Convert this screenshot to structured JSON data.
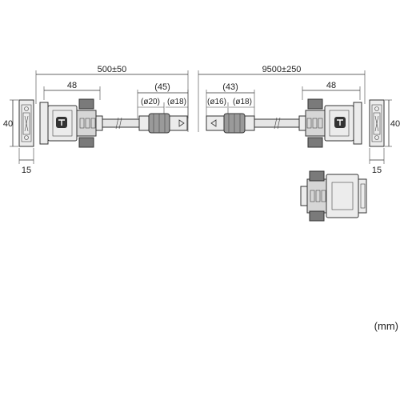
{
  "dimensions": {
    "length_short": "500±50",
    "length_long": "9500±250",
    "connector_left": "48",
    "connector_right": "48",
    "plug_left_length": "(45)",
    "plug_left_dia_large": "(ø20)",
    "plug_left_dia_small": "(ø18)",
    "plug_right_length": "(43)",
    "plug_right_dia_small": "(ø16)",
    "plug_right_dia_large": "(ø18)",
    "height_left": "40",
    "height_right": "40",
    "depth_left": "15",
    "depth_right": "15"
  },
  "unit": "(mm)",
  "colors": {
    "line": "#333333",
    "body_fill": "#ececec",
    "shell_fill": "#d6d6d6",
    "screw_fill": "#7a7a7a",
    "cable_fill": "#e6e6e6",
    "ferrite_fill": "#9a9a9a"
  },
  "icons": {
    "logo": "dvi-logo-icon",
    "cable_mark": "triangle-marker-icon"
  }
}
